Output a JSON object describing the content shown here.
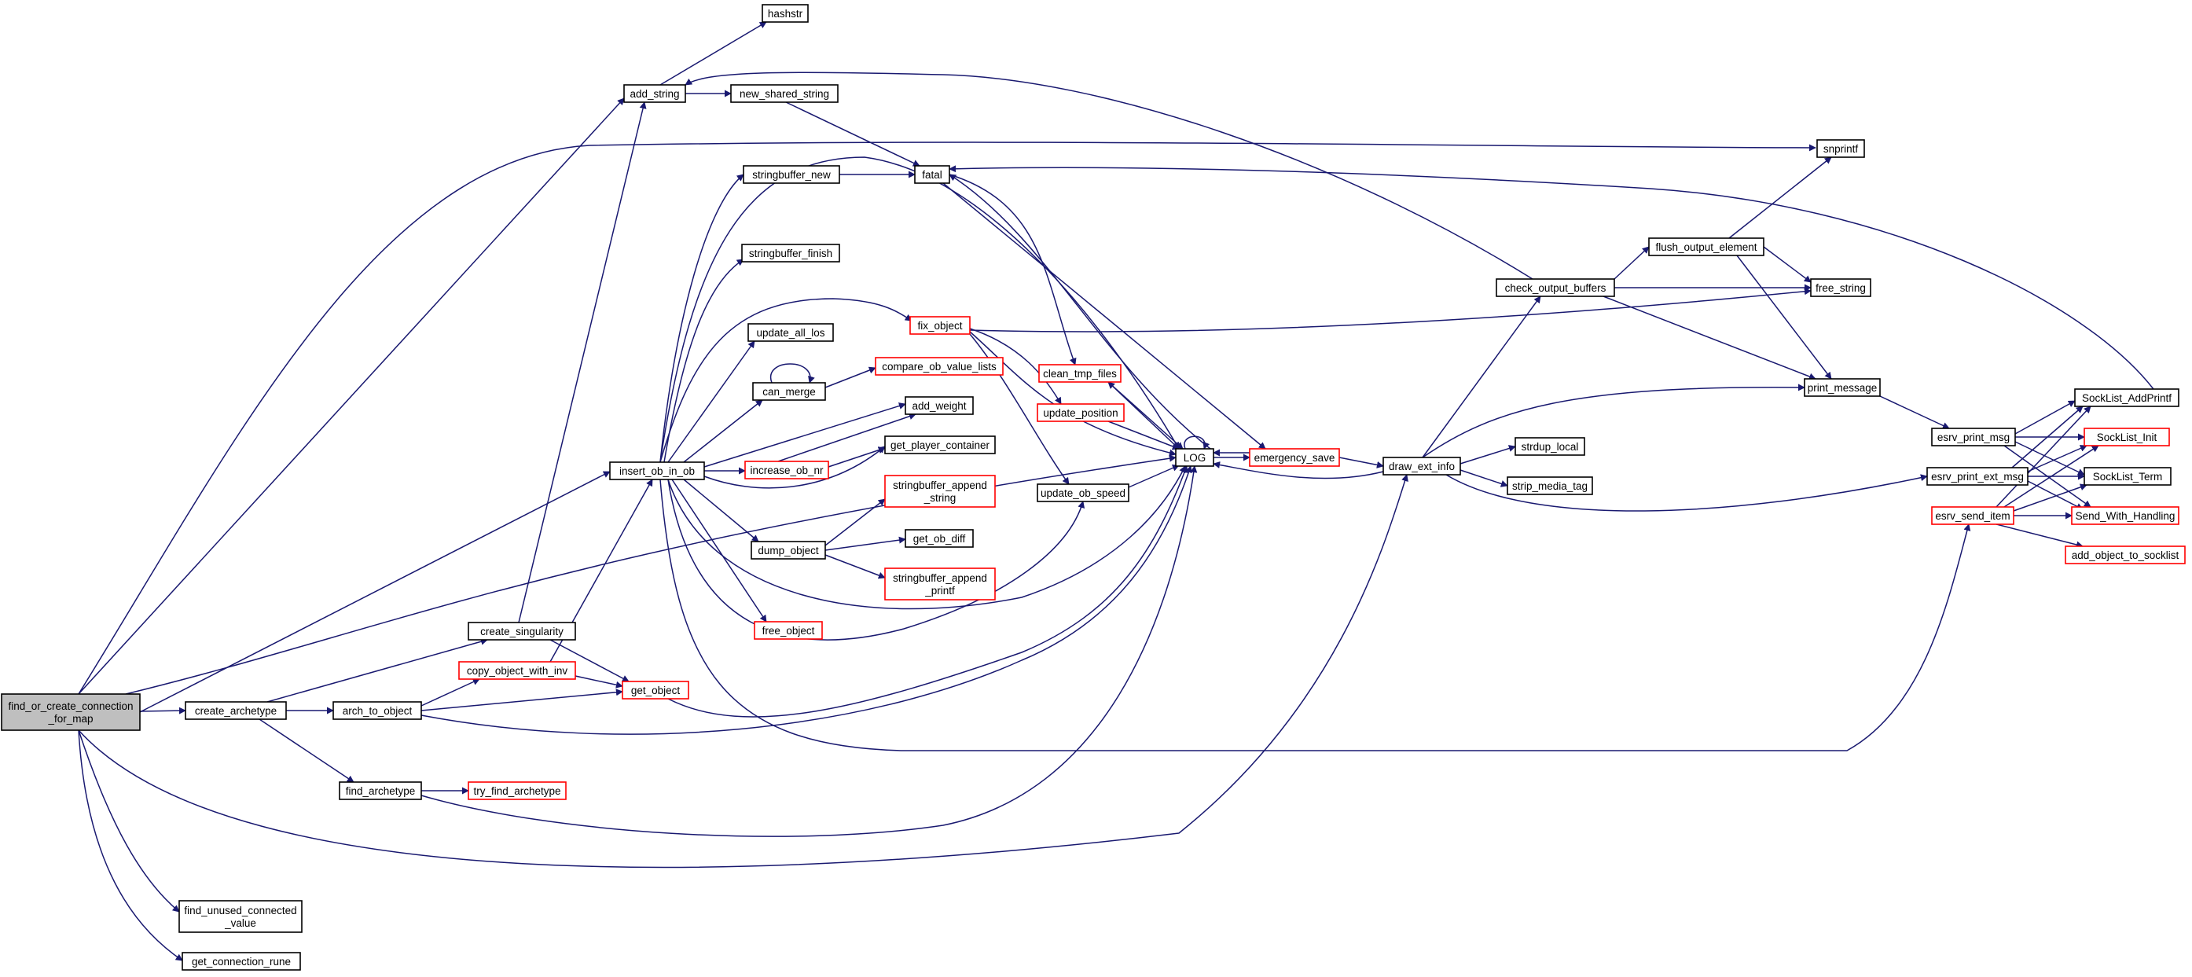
{
  "colors": {
    "edge": "#191970",
    "node_border": "#000000",
    "node_border_red": "#ff0000",
    "root_fill": "#bfbfbf",
    "node_fill": "#ffffff",
    "text": "#000000"
  },
  "nodes": [
    {
      "id": "find_or_create_connection_for_map",
      "lines": [
        "find_or_create_connection",
        "_for_map"
      ],
      "style": "root"
    },
    {
      "id": "add_string",
      "lines": [
        "add_string"
      ],
      "style": "black"
    },
    {
      "id": "hashstr",
      "lines": [
        "hashstr"
      ],
      "style": "black"
    },
    {
      "id": "new_shared_string",
      "lines": [
        "new_shared_string"
      ],
      "style": "black"
    },
    {
      "id": "fatal",
      "lines": [
        "fatal"
      ],
      "style": "black"
    },
    {
      "id": "emergency_save",
      "lines": [
        "emergency_save"
      ],
      "style": "red"
    },
    {
      "id": "clean_tmp_files",
      "lines": [
        "clean_tmp_files"
      ],
      "style": "red"
    },
    {
      "id": "LOG",
      "lines": [
        "LOG"
      ],
      "style": "black"
    },
    {
      "id": "draw_ext_info",
      "lines": [
        "draw_ext_info"
      ],
      "style": "black"
    },
    {
      "id": "check_output_buffers",
      "lines": [
        "check_output_buffers"
      ],
      "style": "black"
    },
    {
      "id": "flush_output_element",
      "lines": [
        "flush_output_element"
      ],
      "style": "black"
    },
    {
      "id": "snprintf",
      "lines": [
        "snprintf"
      ],
      "style": "black"
    },
    {
      "id": "free_string",
      "lines": [
        "free_string"
      ],
      "style": "black"
    },
    {
      "id": "print_message",
      "lines": [
        "print_message"
      ],
      "style": "black"
    },
    {
      "id": "esrv_print_msg",
      "lines": [
        "esrv_print_msg"
      ],
      "style": "black"
    },
    {
      "id": "SockList_AddPrintf",
      "lines": [
        "SockList_AddPrintf"
      ],
      "style": "black"
    },
    {
      "id": "SockList_Init",
      "lines": [
        "SockList_Init"
      ],
      "style": "red"
    },
    {
      "id": "SockList_Term",
      "lines": [
        "SockList_Term"
      ],
      "style": "black"
    },
    {
      "id": "Send_With_Handling",
      "lines": [
        "Send_With_Handling"
      ],
      "style": "red"
    },
    {
      "id": "esrv_print_ext_msg",
      "lines": [
        "esrv_print_ext_msg"
      ],
      "style": "black"
    },
    {
      "id": "esrv_send_item",
      "lines": [
        "esrv_send_item"
      ],
      "style": "red"
    },
    {
      "id": "add_object_to_socklist",
      "lines": [
        "add_object_to_socklist"
      ],
      "style": "red"
    },
    {
      "id": "strdup_local",
      "lines": [
        "strdup_local"
      ],
      "style": "black"
    },
    {
      "id": "strip_media_tag",
      "lines": [
        "strip_media_tag"
      ],
      "style": "black"
    },
    {
      "id": "insert_ob_in_ob",
      "lines": [
        "insert_ob_in_ob"
      ],
      "style": "black"
    },
    {
      "id": "stringbuffer_new",
      "lines": [
        "stringbuffer_new"
      ],
      "style": "black"
    },
    {
      "id": "stringbuffer_finish",
      "lines": [
        "stringbuffer_finish"
      ],
      "style": "black"
    },
    {
      "id": "fix_object",
      "lines": [
        "fix_object"
      ],
      "style": "red"
    },
    {
      "id": "update_all_los",
      "lines": [
        "update_all_los"
      ],
      "style": "black"
    },
    {
      "id": "can_merge",
      "lines": [
        "can_merge"
      ],
      "style": "black"
    },
    {
      "id": "compare_ob_value_lists",
      "lines": [
        "compare_ob_value_lists"
      ],
      "style": "red"
    },
    {
      "id": "add_weight",
      "lines": [
        "add_weight"
      ],
      "style": "black"
    },
    {
      "id": "increase_ob_nr",
      "lines": [
        "increase_ob_nr"
      ],
      "style": "red"
    },
    {
      "id": "get_player_container",
      "lines": [
        "get_player_container"
      ],
      "style": "black"
    },
    {
      "id": "stringbuffer_append_string",
      "lines": [
        "stringbuffer_append",
        "_string"
      ],
      "style": "red"
    },
    {
      "id": "dump_object",
      "lines": [
        "dump_object"
      ],
      "style": "black"
    },
    {
      "id": "get_ob_diff",
      "lines": [
        "get_ob_diff"
      ],
      "style": "black"
    },
    {
      "id": "stringbuffer_append_printf",
      "lines": [
        "stringbuffer_append",
        "_printf"
      ],
      "style": "red"
    },
    {
      "id": "free_object",
      "lines": [
        "free_object"
      ],
      "style": "red"
    },
    {
      "id": "update_position",
      "lines": [
        "update_position"
      ],
      "style": "red"
    },
    {
      "id": "update_ob_speed",
      "lines": [
        "update_ob_speed"
      ],
      "style": "black"
    },
    {
      "id": "create_singularity",
      "lines": [
        "create_singularity"
      ],
      "style": "black"
    },
    {
      "id": "copy_object_with_inv",
      "lines": [
        "copy_object_with_inv"
      ],
      "style": "red"
    },
    {
      "id": "get_object",
      "lines": [
        "get_object"
      ],
      "style": "red"
    },
    {
      "id": "create_archetype",
      "lines": [
        "create_archetype"
      ],
      "style": "black"
    },
    {
      "id": "arch_to_object",
      "lines": [
        "arch_to_object"
      ],
      "style": "black"
    },
    {
      "id": "find_archetype",
      "lines": [
        "find_archetype"
      ],
      "style": "black"
    },
    {
      "id": "try_find_archetype",
      "lines": [
        "try_find_archetype"
      ],
      "style": "red"
    },
    {
      "id": "find_unused_connected_value",
      "lines": [
        "find_unused_connected",
        "_value"
      ],
      "style": "black"
    },
    {
      "id": "get_connection_rune",
      "lines": [
        "get_connection_rune"
      ],
      "style": "black"
    }
  ]
}
